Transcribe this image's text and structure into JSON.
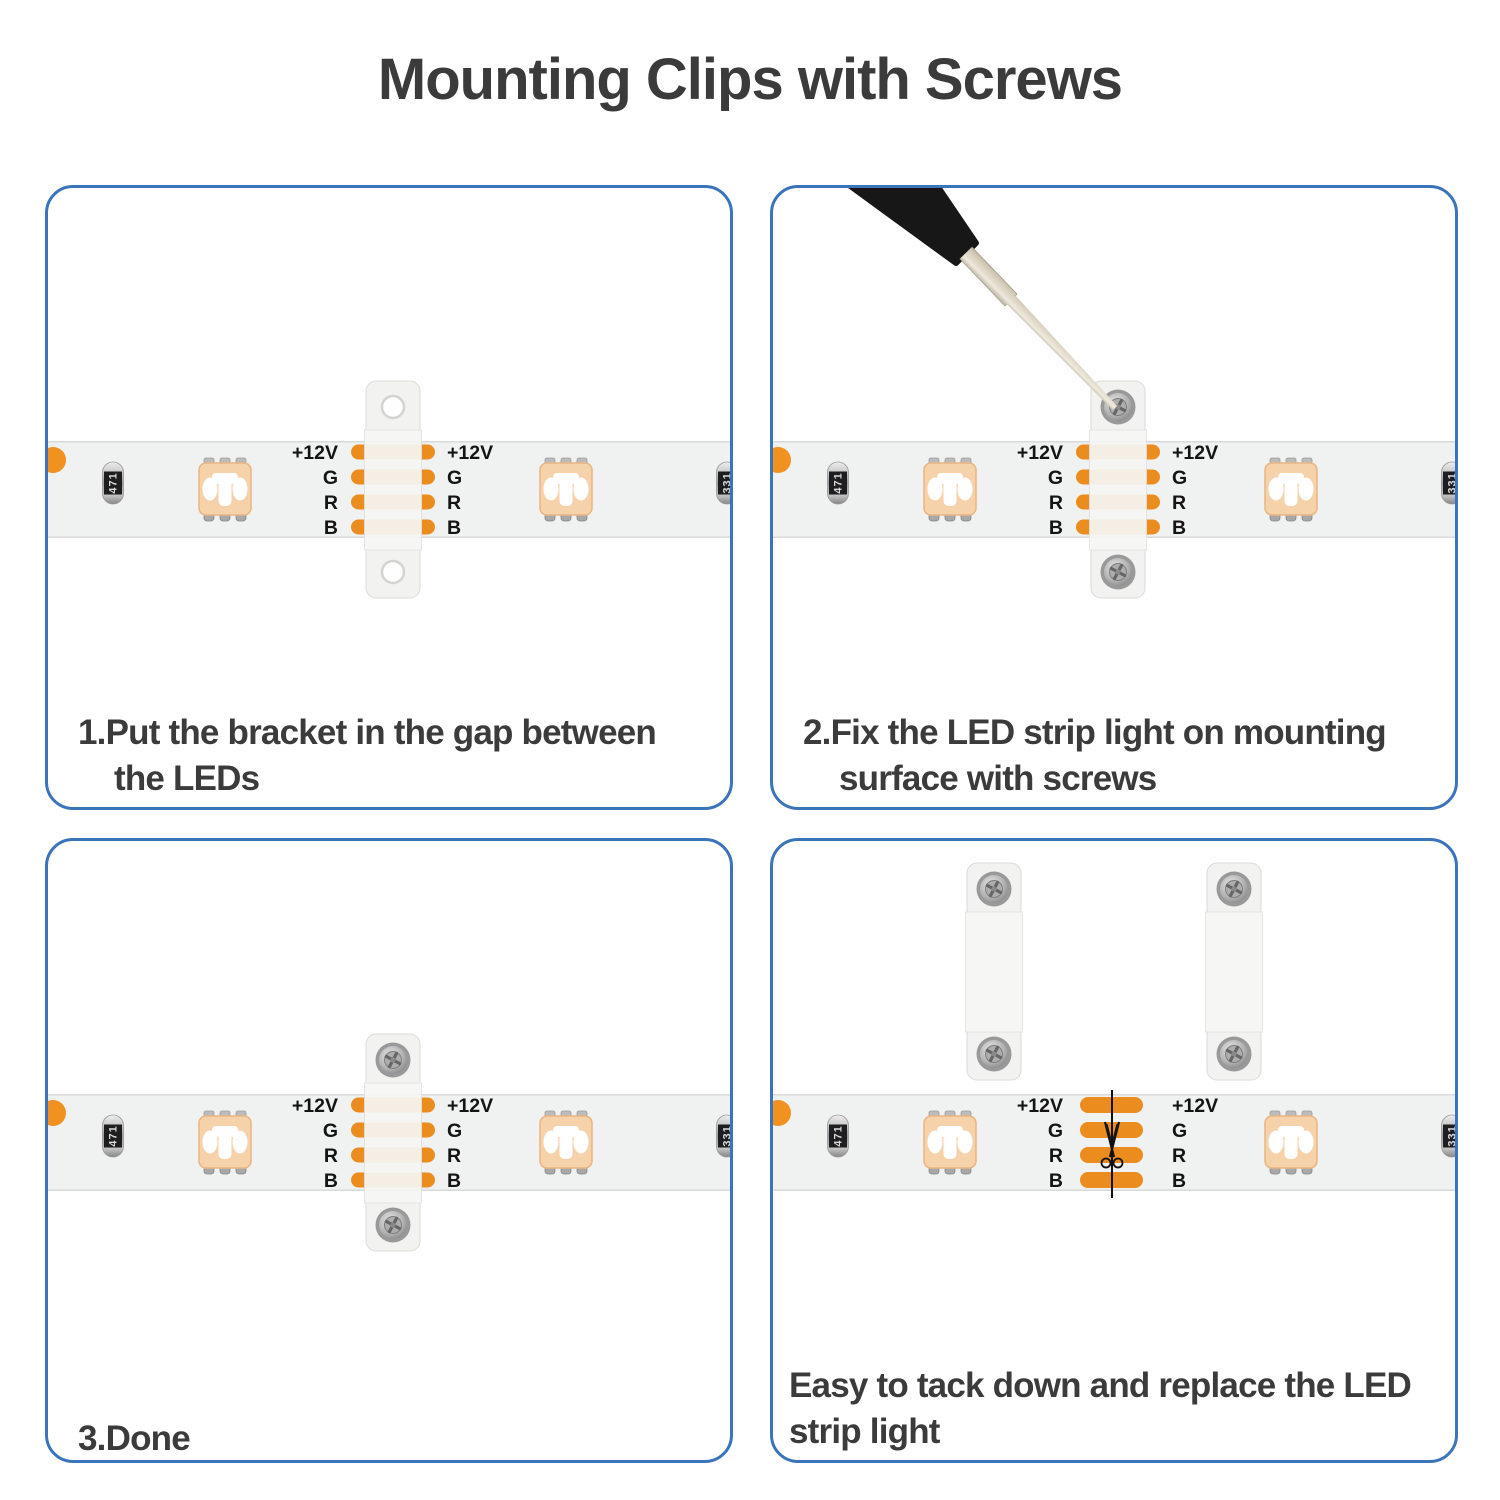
{
  "title": "Mounting Clips with Screws",
  "strip": {
    "power_label": "+12V",
    "channel_g": "G",
    "channel_r": "R",
    "channel_b": "B",
    "resistor_left_code": "471",
    "resistor_right_code": "331"
  },
  "panels": [
    {
      "caption_line1": "1.Put the bracket in the gap between",
      "caption_line2": "the LEDs"
    },
    {
      "caption_line1": "2.Fix the LED strip light on mounting",
      "caption_line2": "surface with screws"
    },
    {
      "caption_line1": "3.Done",
      "caption_line2": ""
    },
    {
      "caption_line1": "Easy to tack down and replace the LED",
      "caption_line2": "strip light"
    }
  ],
  "colors": {
    "panel_border": "#3b74ba",
    "pad_orange": "#ea8c1e",
    "dot_orange": "#f09120",
    "caption_text": "#3b3b3b",
    "title_text": "#3b3b3b",
    "strip_bg": "#f0f1f1",
    "strip_edge": "#d9dadb"
  }
}
